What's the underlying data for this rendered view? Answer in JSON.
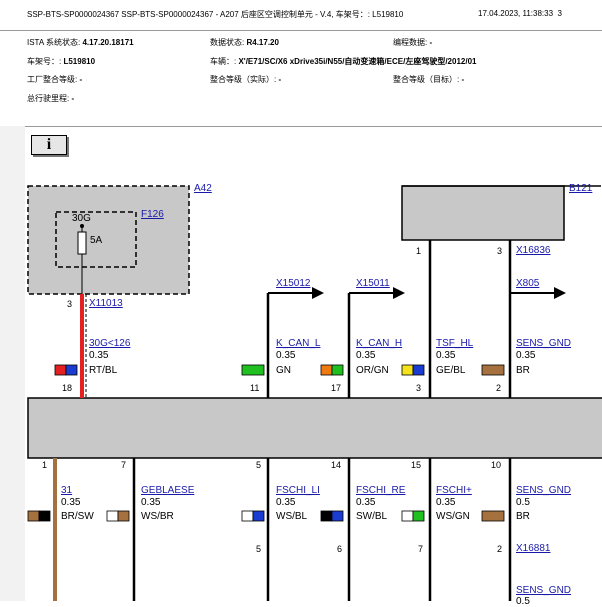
{
  "header": {
    "title": "SSP-BTS-SP0000024367 SSP-BTS-SP0000024367 - A207 后座区空调控制单元 - V.4, 车架号：: L519810",
    "datetime": "17.04.2023, 11:38:33",
    "page": "3",
    "ista_label": "ISTA 系统状态:",
    "ista_value": "4.17.20.18171",
    "data_label": "数据状态:",
    "data_value": "R4.17.20",
    "prog_label": "编程数据:",
    "prog_value": "-",
    "vin_label": "车架号：:",
    "vin_value": "L519810",
    "vehicle_label": "车辆：:",
    "vehicle_value": "X'/E71/SC/X6 xDrive35i/N55/自动变速箱/ECE/左座驾驶型/2012/01",
    "factory_label": "工厂整合等级:",
    "factory_value": "-",
    "integ_actual_label": "整合等级（实际）:",
    "integ_actual_value": "-",
    "integ_target_label": "整合等级（目标）:",
    "integ_target_value": "-",
    "mileage_label": "总行驶里程:",
    "mileage_value": "-"
  },
  "info_button": {
    "symbol": "i"
  },
  "components": {
    "a42": "A42",
    "f126": "F126",
    "fuse_top": "30G",
    "fuse_rating": "5A",
    "b121": "B121"
  },
  "connectors": {
    "x11013": "X11013",
    "x15012": "X15012",
    "x15011": "X15011",
    "x16836": "X16836",
    "x805": "X805",
    "x16881": "X16881"
  },
  "top_wires": [
    {
      "name": "30G<126",
      "size": "0.35",
      "color": "RT/BL",
      "pin": "18"
    },
    {
      "name": "K_CAN_L",
      "size": "0.35",
      "color": "GN",
      "pin": "11"
    },
    {
      "name": "K_CAN_H",
      "size": "0.35",
      "color": "OR/GN",
      "pin": "17"
    },
    {
      "name": "TSF_HL",
      "size": "0.35",
      "color": "GE/BL",
      "pin": "3"
    },
    {
      "name": "SENS_GND",
      "size": "0.35",
      "color": "BR",
      "pin": "2"
    }
  ],
  "bottom_wires": [
    {
      "name": "31",
      "size": "0.35",
      "color": "BR/SW",
      "pin": "1"
    },
    {
      "name": "GEBLAESE",
      "size": "0.35",
      "color": "WS/BR",
      "pin": "7"
    },
    {
      "name": "FSCHI_LI",
      "size": "0.35",
      "color": "WS/BL",
      "pin": "5",
      "pin2": "5"
    },
    {
      "name": "FSCHI_RE",
      "size": "0.35",
      "color": "SW/BL",
      "pin": "14",
      "pin2": "6"
    },
    {
      "name": "FSCHI+",
      "size": "0.35",
      "color": "WS/GN",
      "pin": "15",
      "pin2": "7"
    },
    {
      "name": "SENS_GND",
      "size": "0.5",
      "color": "BR",
      "pin": "10",
      "pin2": "2"
    }
  ],
  "misc_pins": {
    "a42_pin": "3",
    "b121_pin1": "1",
    "b121_pin3": "3"
  },
  "bottom_extra": {
    "label": "SENS_GND",
    "size": "0.5"
  },
  "colors": {
    "wire_red": "#e52020",
    "wire_brown": "#a5713f",
    "unit_fill": "#c8c8c8",
    "link_blue": "#1a1aaa"
  }
}
